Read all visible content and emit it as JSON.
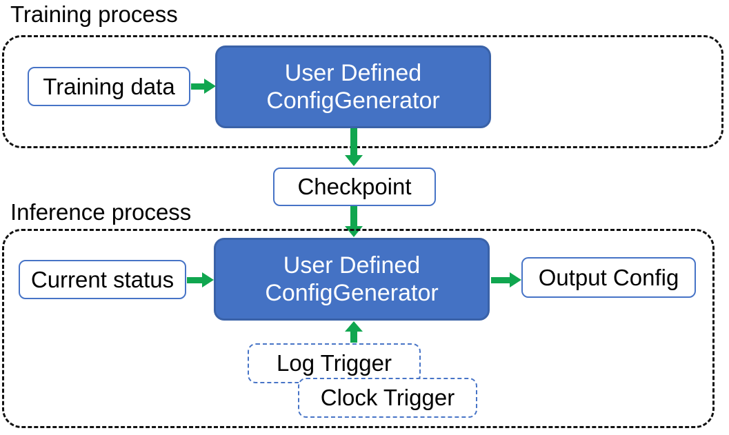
{
  "colors": {
    "generator_fill": "#4472C4",
    "generator_border": "#3A62A8",
    "io_box_border": "#4673C6",
    "trigger_border": "#4673C6",
    "arrow_green": "#10A64F",
    "container_dash": "#111111",
    "text_dark": "#000000",
    "text_light": "#FFFFFF"
  },
  "training": {
    "title": "Training process",
    "input_box": "Training data",
    "generator": {
      "line1": "User Defined",
      "line2": "ConfigGenerator"
    }
  },
  "checkpoint": {
    "label": "Checkpoint"
  },
  "inference": {
    "title": "Inference process",
    "input_box": "Current status",
    "generator": {
      "line1": "User Defined",
      "line2": "ConfigGenerator"
    },
    "output_box": "Output Config",
    "triggers": {
      "log": "Log Trigger",
      "clock": "Clock Trigger"
    }
  }
}
